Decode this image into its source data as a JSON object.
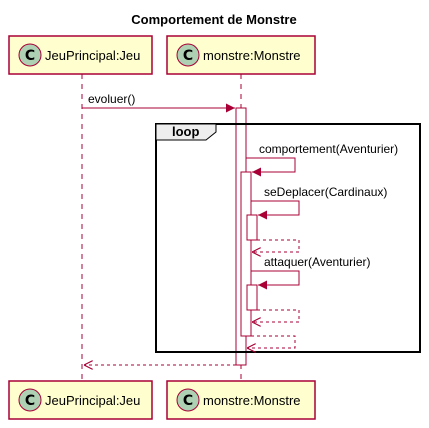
{
  "title": "Comportement de Monstre",
  "participants": [
    {
      "id": "jeu",
      "label": "JeuPrincipal:Jeu",
      "stereotype": "C"
    },
    {
      "id": "monstre",
      "label": "monstre:Monstre",
      "stereotype": "C"
    }
  ],
  "fragment": {
    "label": "loop"
  },
  "messages": [
    {
      "label": "evoluer()",
      "from": "JeuPrincipal:Jeu",
      "to": "monstre:Monstre"
    },
    {
      "label": "comportement(Aventurier)",
      "from": "monstre:Monstre",
      "to": "monstre:Monstre"
    },
    {
      "label": "seDeplacer(Cardinaux)",
      "from": "monstre:Monstre",
      "to": "monstre:Monstre"
    },
    {
      "label": "attaquer(Aventurier)",
      "from": "monstre:Monstre",
      "to": "monstre:Monstre"
    }
  ],
  "colors": {
    "participant_fill": "#FEFECE",
    "participant_border": "#A80036",
    "stereotype_circle": "#ADD1B2",
    "arrow": "#A80036",
    "lifeline": "#A80036",
    "fragment_border": "#000000"
  }
}
